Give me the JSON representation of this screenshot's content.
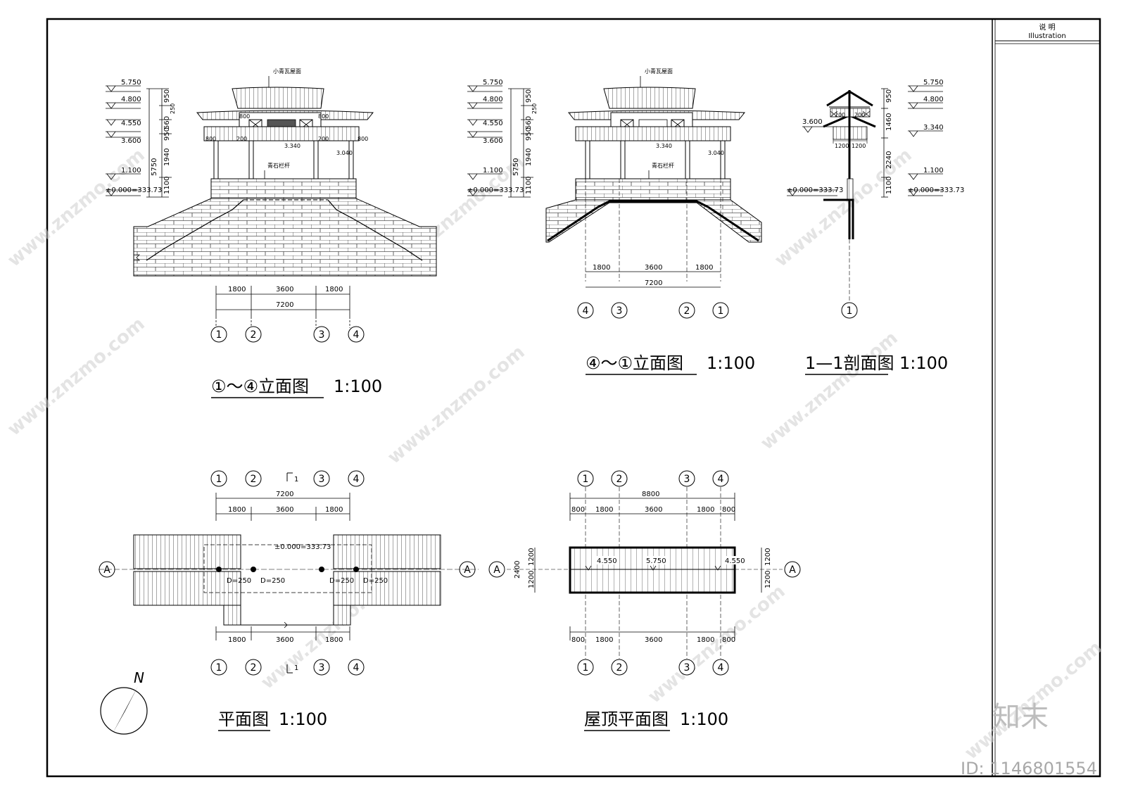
{
  "title_block": {
    "heading": "说    明",
    "subheading": "Illustration"
  },
  "elevation_1_4": {
    "title": "①～④立面图",
    "scale": "1:100",
    "roof_label": "小青瓦屋面",
    "rail_label": "青石栏杆",
    "levels": [
      "5.750",
      "4.800",
      "4.550",
      "3.600",
      "1.100",
      "±0.000=333.73"
    ],
    "vdims": [
      "950",
      "250",
      "560",
      "950",
      "1940",
      "5750",
      "1100"
    ],
    "inner_dims": [
      "800",
      "800",
      "800",
      "800",
      "200",
      "200"
    ],
    "spot_levels": [
      "3.340",
      "3.040"
    ],
    "hdims": [
      "1800",
      "3600",
      "1800",
      "7200"
    ],
    "axes": [
      "1",
      "2",
      "3",
      "4"
    ]
  },
  "elevation_4_1": {
    "title": "④～①立面图",
    "scale": "1:100",
    "roof_label": "小青瓦屋面",
    "rail_label": "青石栏杆",
    "levels": [
      "5.750",
      "4.800",
      "4.550",
      "3.600",
      "1.100",
      "±0.000=333.73"
    ],
    "vdims": [
      "950",
      "250",
      "560",
      "950",
      "1940",
      "5750",
      "1100"
    ],
    "spot_levels": [
      "3.340",
      "3.040"
    ],
    "hdims": [
      "1800",
      "3600",
      "1800",
      "7200"
    ],
    "axes": [
      "4",
      "3",
      "2",
      "1"
    ]
  },
  "section_1_1": {
    "title": "1—1剖面图",
    "scale": "1:100",
    "levels_left": [
      "3.600",
      "±0.000=333.73"
    ],
    "levels_right": [
      "5.750",
      "4.800",
      "3.340",
      "1.100",
      "±0.000=333.73"
    ],
    "vdims": [
      "950",
      "1460",
      "2240",
      "1100"
    ],
    "hdims": [
      "1200",
      "1200",
      "200",
      "200"
    ],
    "axis": "1"
  },
  "plan": {
    "title": "平面图",
    "scale": "1:100",
    "level": "±0.000=333.73",
    "columns": [
      "D=250",
      "D=250",
      "D=250",
      "D=250"
    ],
    "hdims_top": [
      "7200",
      "1800",
      "3600",
      "1800"
    ],
    "hdims_bottom": [
      "1800",
      "3600",
      "1800"
    ],
    "axes": [
      "1",
      "2",
      "3",
      "4"
    ],
    "row_axis": "A",
    "section_mark": "1"
  },
  "roof_plan": {
    "title": "屋顶平面图",
    "scale": "1:100",
    "levels": [
      "4.550",
      "5.750",
      "4.550"
    ],
    "hdims_top": [
      "8800",
      "800",
      "1800",
      "3600",
      "1800",
      "800"
    ],
    "hdims_bottom": [
      "800",
      "1800",
      "3600",
      "1800",
      "800"
    ],
    "vdims_left": [
      "2400",
      "1200",
      "1200"
    ],
    "vdims_right": [
      "1200",
      "1200"
    ],
    "axes": [
      "1",
      "2",
      "3",
      "4"
    ],
    "row_axis": "A"
  },
  "north": {
    "label": "N"
  },
  "watermark": {
    "logo": "知末",
    "id": "ID: 1146801554",
    "site": "www.znzmo.com"
  }
}
